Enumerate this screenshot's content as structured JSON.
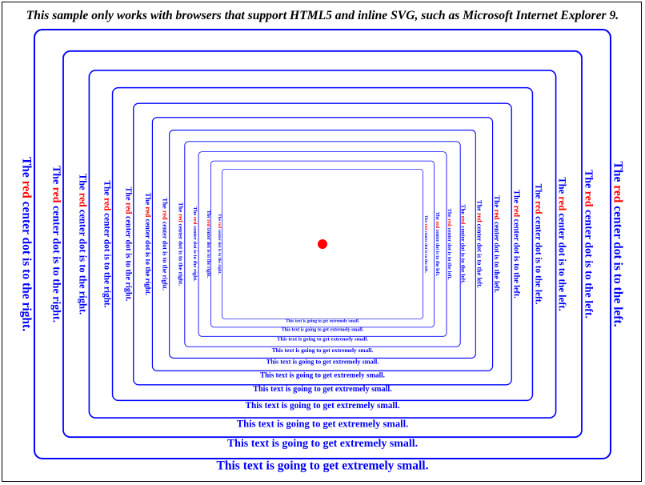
{
  "notice": {
    "text": "This sample only works with browsers that support HTML5 and inline SVG, such as Microsoft Internet Explorer 9."
  },
  "frames": {
    "count": 11,
    "left_text": {
      "prefix": "The ",
      "highlight": "red",
      "suffix": " center dot is to the right."
    },
    "right_text": {
      "prefix": "The ",
      "highlight": "red",
      "suffix": " center dot is to the left."
    },
    "bottom_text": "This text is going to get extremely small."
  },
  "center_dot": {
    "name": "red-center-dot"
  },
  "colors": {
    "frame_stroke": "#0000ff",
    "text": "#0000ff",
    "highlight": "#ff0000",
    "dot": "#ff0000",
    "border": "#000000"
  }
}
